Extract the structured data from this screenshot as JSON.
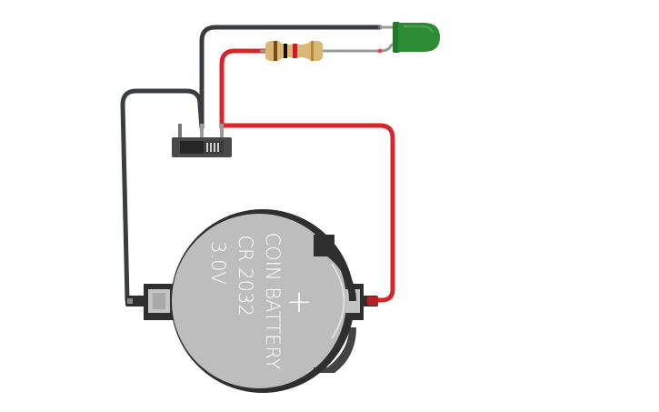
{
  "battery": {
    "line1": "COIN BATTERY",
    "line2": "CR 2032",
    "line3": "3.0V",
    "polarity": "+"
  },
  "colors": {
    "wire_red": "#d6252b",
    "wire_black": "#3a3d3f",
    "led_green": "#2e8b35",
    "battery_face": "#bdbdbd",
    "battery_holder": "#2f2f2f"
  },
  "components": {
    "resistor": "resistor",
    "led": "led-green",
    "switch": "slide-switch",
    "battery": "coin-cell-holder"
  }
}
